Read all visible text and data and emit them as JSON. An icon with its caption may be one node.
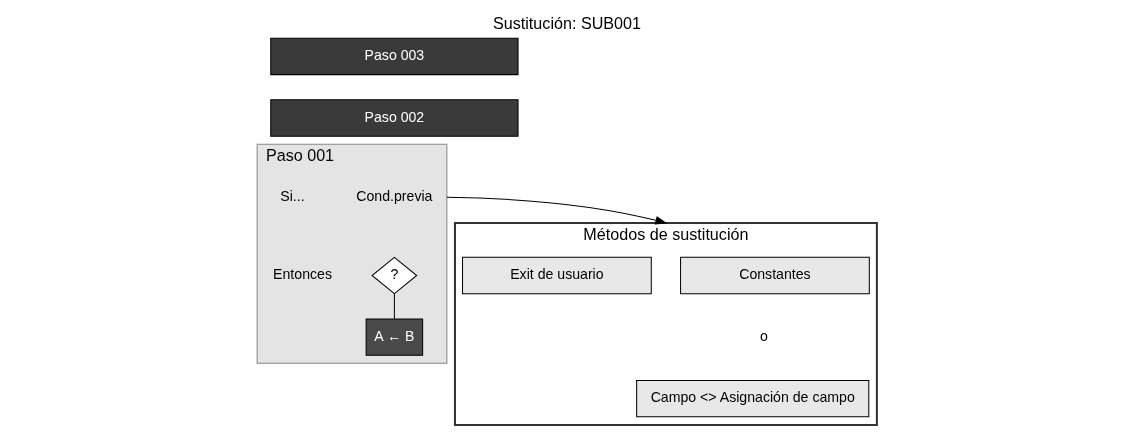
{
  "diagram": {
    "title": "Sustitución: SUB001",
    "nodes": [
      {
        "text": [
          "Paso 003"
        ]
      },
      {
        "text": [
          "Paso 002"
        ]
      },
      {
        "text": [
          "Paso 001"
        ]
      },
      {
        "text": [
          "Cond.previa"
        ],
        "in": 2
      },
      {
        "text": [
          "?"
        ],
        "in": 2
      },
      {
        "text": [
          "A ← B"
        ],
        "in": 2
      },
      {
        "text": [
          "Métodos de sustitución"
        ]
      },
      {
        "text": [
          "Constantes"
        ],
        "in": 6
      },
      {
        "text": [
          "Exit de usuario"
        ],
        "in": 6
      },
      {
        "text": [
          "Campo <> Asignación de campo"
        ],
        "in": 6
      }
    ],
    "edges": [
      {
        "from": 4,
        "to": 5,
        "arrow": "none"
      },
      {
        "from": 2,
        "to": 6,
        "arrow": "to"
      }
    ],
    "labels": [
      "Si...",
      "Entonces",
      "o"
    ]
  }
}
